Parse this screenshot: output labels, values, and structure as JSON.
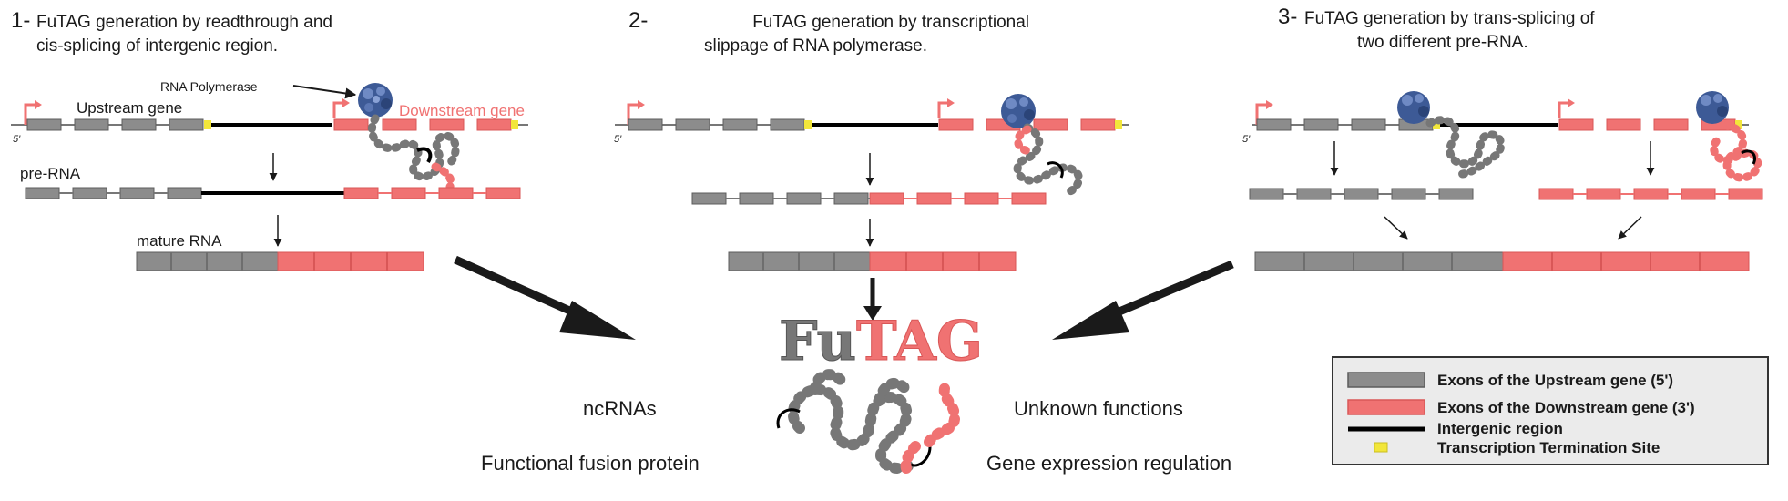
{
  "colors": {
    "upstream": "#8c8c8c",
    "upstream_stroke": "#5c5c5c",
    "downstream": "#f07272",
    "downstream_stroke": "#d95757",
    "intergenic": "#000000",
    "tts": "#f2e63a",
    "protein_gray": "#7d7d7d",
    "polymerase": "#3d5a96",
    "legend_bg": "#ebebeb"
  },
  "panel1": {
    "title_num": "1-",
    "title_line1": "FuTAG generation by readthrough and",
    "title_line2": "cis-splicing of intergenic region.",
    "rna_polymerase": "RNA Polymerase",
    "upstream_gene": "Upstream gene",
    "downstream_gene": "Downstream gene",
    "five_prime": "5'",
    "pre_rna": "pre-RNA",
    "mature_rna": "mature RNA"
  },
  "panel2": {
    "title_num": "2-",
    "title_line1": "FuTAG generation by transcriptional",
    "title_line2": "slippage of RNA polymerase.",
    "five_prime": "5'"
  },
  "panel3": {
    "title_num": "3-",
    "title_line1": "FuTAG generation by trans-splicing of",
    "title_line2": "two different pre-RNA.",
    "five_prime": "5'"
  },
  "center": {
    "logo_part1": "Fu",
    "logo_part2": "TAG",
    "func_ncrna": "ncRNAs",
    "func_fusion": "Functional fusion protein",
    "func_unknown": "Unknown functions",
    "func_regulation": "Gene expression regulation"
  },
  "legend": {
    "items": [
      {
        "label": "Exons of the Upstream gene (5')",
        "kind": "upstream"
      },
      {
        "label": "Exons of the Downstream gene (3')",
        "kind": "downstream"
      },
      {
        "label": "Intergenic region",
        "kind": "intergenic"
      },
      {
        "label": "Transcription Termination Site",
        "kind": "tts"
      }
    ]
  }
}
